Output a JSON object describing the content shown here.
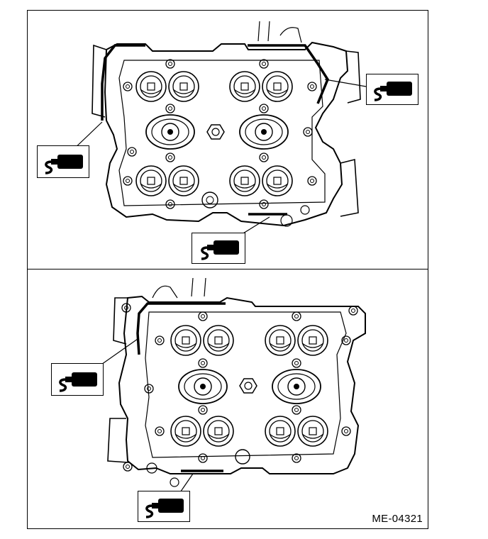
{
  "figure": {
    "reference_code": "ME-04321",
    "panels": [
      {
        "name": "top-panel",
        "sealant_callouts": 3
      },
      {
        "name": "bottom-panel",
        "sealant_callouts": 2
      }
    ],
    "sealant_icon": "sealant-applicator-icon"
  }
}
